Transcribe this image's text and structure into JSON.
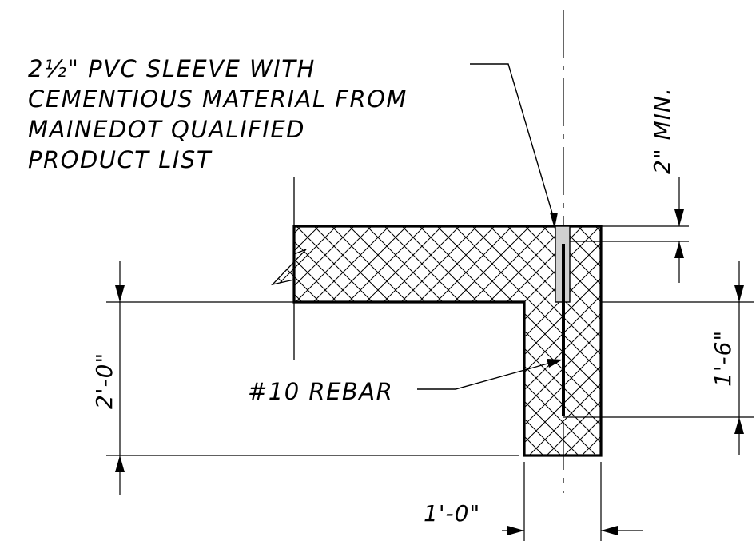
{
  "notes": {
    "sleeve": {
      "lines": [
        "2½\" PVC SLEEVE WITH",
        "CEMENTIOUS MATERIAL FROM",
        "MAINEDOT QUALIFIED",
        "PRODUCT LIST"
      ]
    },
    "rebar": "#10 REBAR"
  },
  "dimensions": {
    "cover_min": "2\" MIN.",
    "total_height": "2'-0\"",
    "embed_depth": "1'-6\"",
    "width": "1'-0\""
  },
  "colors": {
    "line": "#000000",
    "sleeve_fill": "#d0d0d0",
    "background": "#ffffff"
  }
}
